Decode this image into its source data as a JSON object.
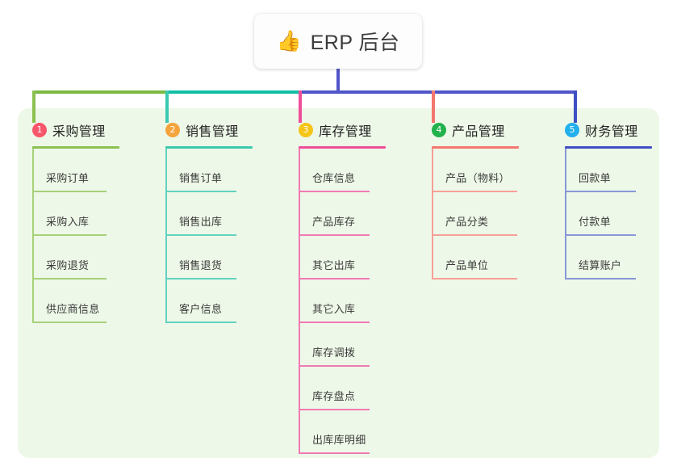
{
  "root": {
    "icon": "thumbs-up-icon",
    "icon_glyph": "👍",
    "title": "ERP 后台"
  },
  "palette": {
    "panel_bg": "#eef8e8",
    "page_bg": "#ffffff",
    "trunk": "#5055c8",
    "bus_green": "#7dba43",
    "bus_teal": "#12bfa6",
    "bus_blue": "#5055c8"
  },
  "columns": [
    {
      "number": "1",
      "title": "采购管理",
      "badge_color": "#f8566a",
      "line_color": "#8cc152",
      "item_line_color": "#a7d17a",
      "items": [
        {
          "label": "采购订单"
        },
        {
          "label": "采购入库"
        },
        {
          "label": "采购退货"
        },
        {
          "label": "供应商信息"
        }
      ]
    },
    {
      "number": "2",
      "title": "销售管理",
      "badge_color": "#f5a33c",
      "line_color": "#3bc9b0",
      "item_line_color": "#63d2c0",
      "items": [
        {
          "label": "销售订单"
        },
        {
          "label": "销售出库"
        },
        {
          "label": "销售退货"
        },
        {
          "label": "客户信息"
        }
      ]
    },
    {
      "number": "3",
      "title": "库存管理",
      "badge_color": "#f5c518",
      "line_color": "#ef4e9a",
      "item_line_color": "#f07ab4",
      "items": [
        {
          "label": "仓库信息"
        },
        {
          "label": "产品库存"
        },
        {
          "label": "其它出库"
        },
        {
          "label": "其它入库"
        },
        {
          "label": "库存调拨"
        },
        {
          "label": "库存盘点"
        },
        {
          "label": "出库库明细"
        }
      ]
    },
    {
      "number": "4",
      "title": "产品管理",
      "badge_color": "#22b14c",
      "line_color": "#f4766e",
      "item_line_color": "#f79f98",
      "items": [
        {
          "label": "产品（物料）"
        },
        {
          "label": "产品分类"
        },
        {
          "label": "产品单位"
        }
      ]
    },
    {
      "number": "5",
      "title": "财务管理",
      "badge_color": "#22b0ec",
      "line_color": "#3f4fc4",
      "item_line_color": "#8897d8",
      "items": [
        {
          "label": "回款单"
        },
        {
          "label": "付款单"
        },
        {
          "label": "结算账户"
        }
      ]
    }
  ]
}
